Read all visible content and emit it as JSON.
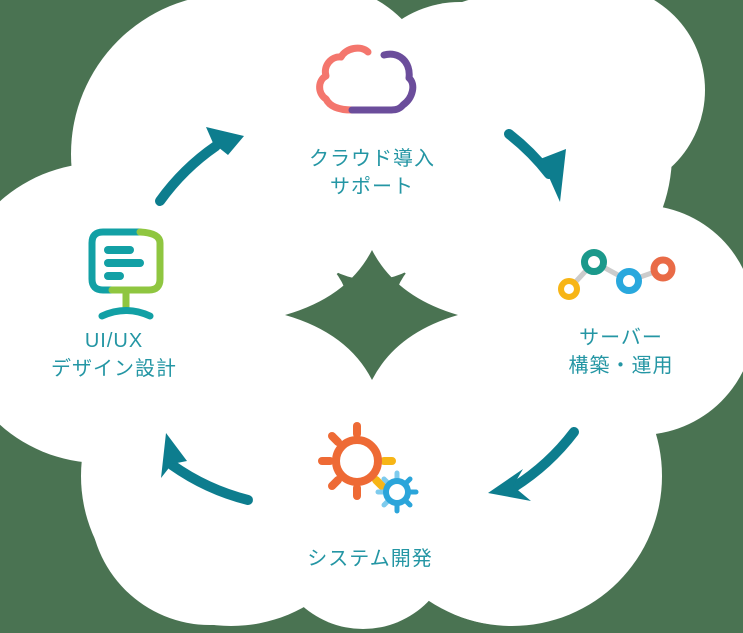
{
  "diagram": {
    "type": "cycle",
    "direction": "clockwise",
    "center_shape": "four-point-star-gap",
    "arrow_count": 4,
    "items": [
      {
        "position": "top",
        "icon": "cloud-icon",
        "lines": [
          "クラウド導入",
          "サポート"
        ]
      },
      {
        "position": "right",
        "icon": "network-nodes-icon",
        "lines": [
          "サーバー",
          "構築・運用"
        ]
      },
      {
        "position": "bottom",
        "icon": "gears-icon",
        "lines": [
          "システム開発",
          ""
        ]
      },
      {
        "position": "left",
        "icon": "monitor-icon",
        "lines": [
          "UI/UX",
          "デザイン設計"
        ]
      }
    ]
  },
  "colors": {
    "background": "#4a7352",
    "cloud": "#ffffff",
    "label": "#2496a4",
    "arrow": "#0d7d8e",
    "icon": {
      "cloud_coral": "#f4766d",
      "cloud_purple": "#6b4d9b",
      "node_yellow": "#f7b516",
      "node_teal": "#1b998b",
      "node_blue": "#29a8dd",
      "node_orange": "#e96b47",
      "node_link_gray": "#cccccc",
      "gear_orange": "#ee6a35",
      "gear_yellow": "#f7b516",
      "gear_blue": "#2ba5da",
      "gear_lightblue": "#7ecbed",
      "monitor_teal": "#12a0a5",
      "monitor_green": "#8fc640"
    }
  }
}
